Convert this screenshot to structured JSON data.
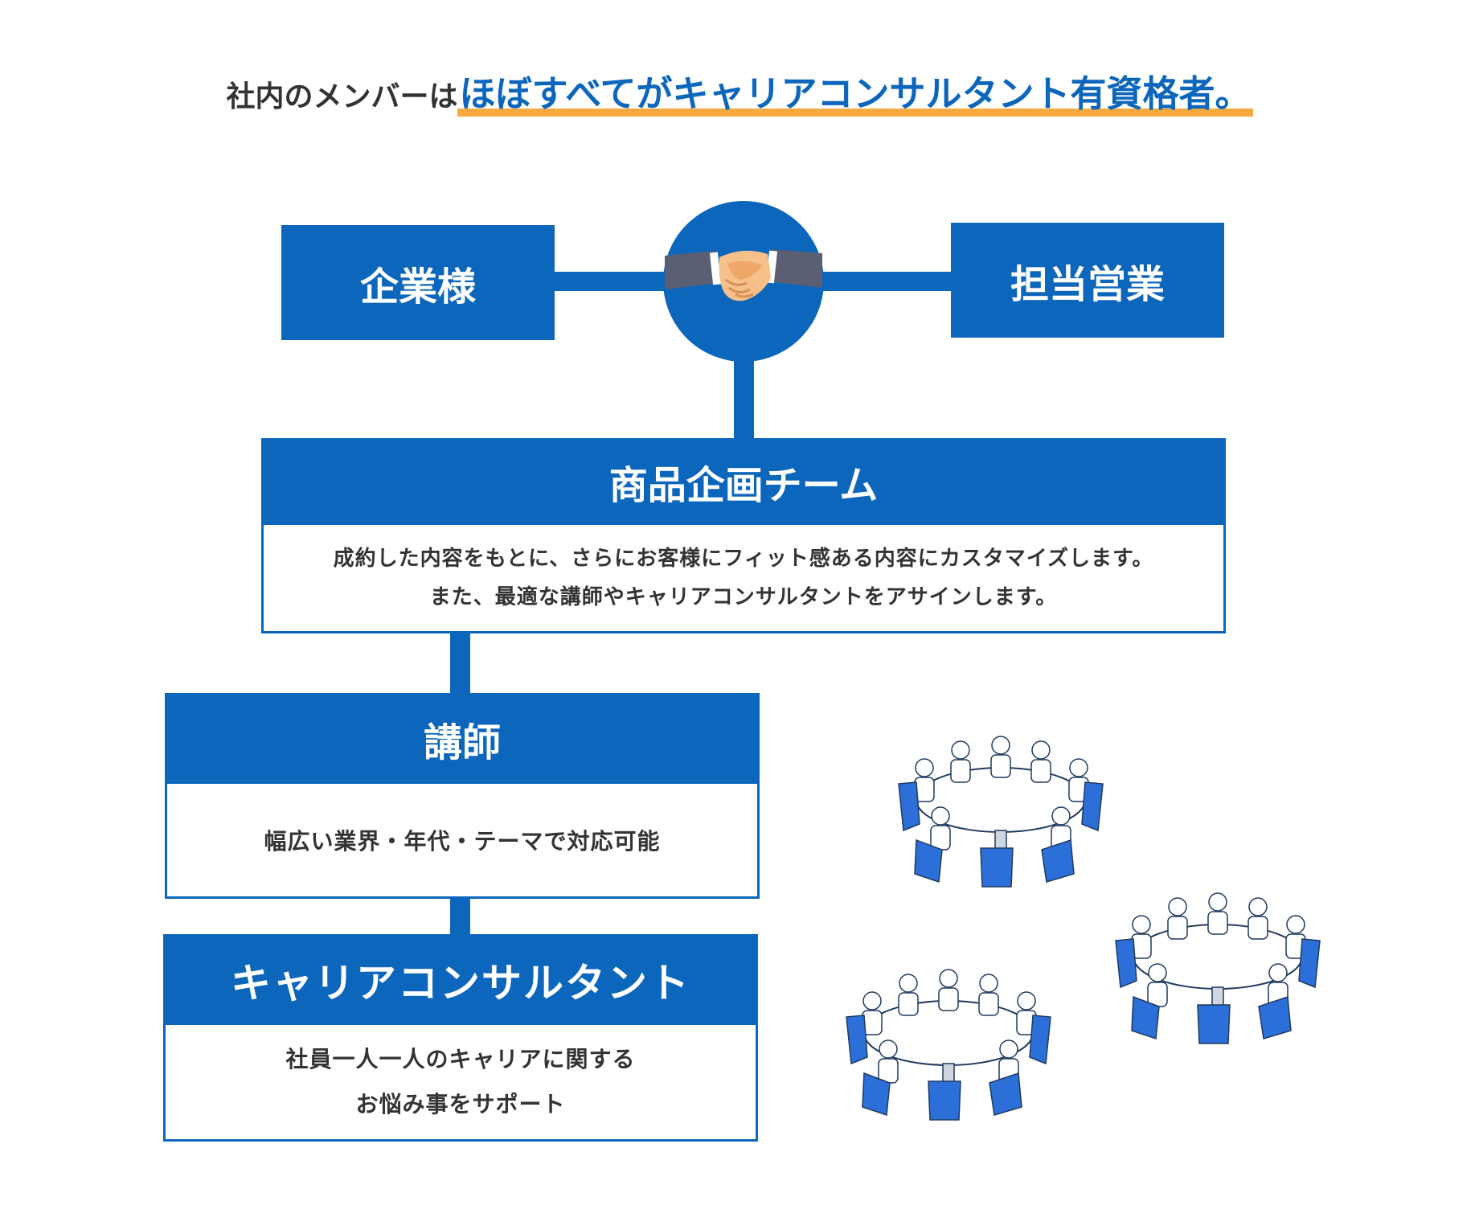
{
  "headline": {
    "prefix": "社内のメンバーは",
    "highlight": "ほぼすべてがキャリアコンサルタント有資格者。"
  },
  "top": {
    "left_box": "企業様",
    "right_box": "担当営業",
    "center_icon": "handshake-icon"
  },
  "product_team": {
    "title": "商品企画チーム",
    "description_line1": "成約した内容をもとに、さらにお客様にフィット感ある内容にカスタマイズします。",
    "description_line2": "また、最適な講師やキャリアコンサルタントをアサインします。"
  },
  "instructor": {
    "title": "講師",
    "description": "幅広い業界・年代・テーマで対応可能"
  },
  "career_consultant": {
    "title": "キャリアコンサルタント",
    "description_line1": "社員一人一人のキャリアに関する",
    "description_line2": "お悩み事をサポート"
  },
  "illustrations": [
    "group-meeting-icon",
    "group-meeting-icon",
    "group-meeting-icon"
  ],
  "colors": {
    "primary_blue": "#0c66bb",
    "highlight_text": "#0c66bb",
    "underline": "#f6a93e",
    "text": "#333333"
  }
}
